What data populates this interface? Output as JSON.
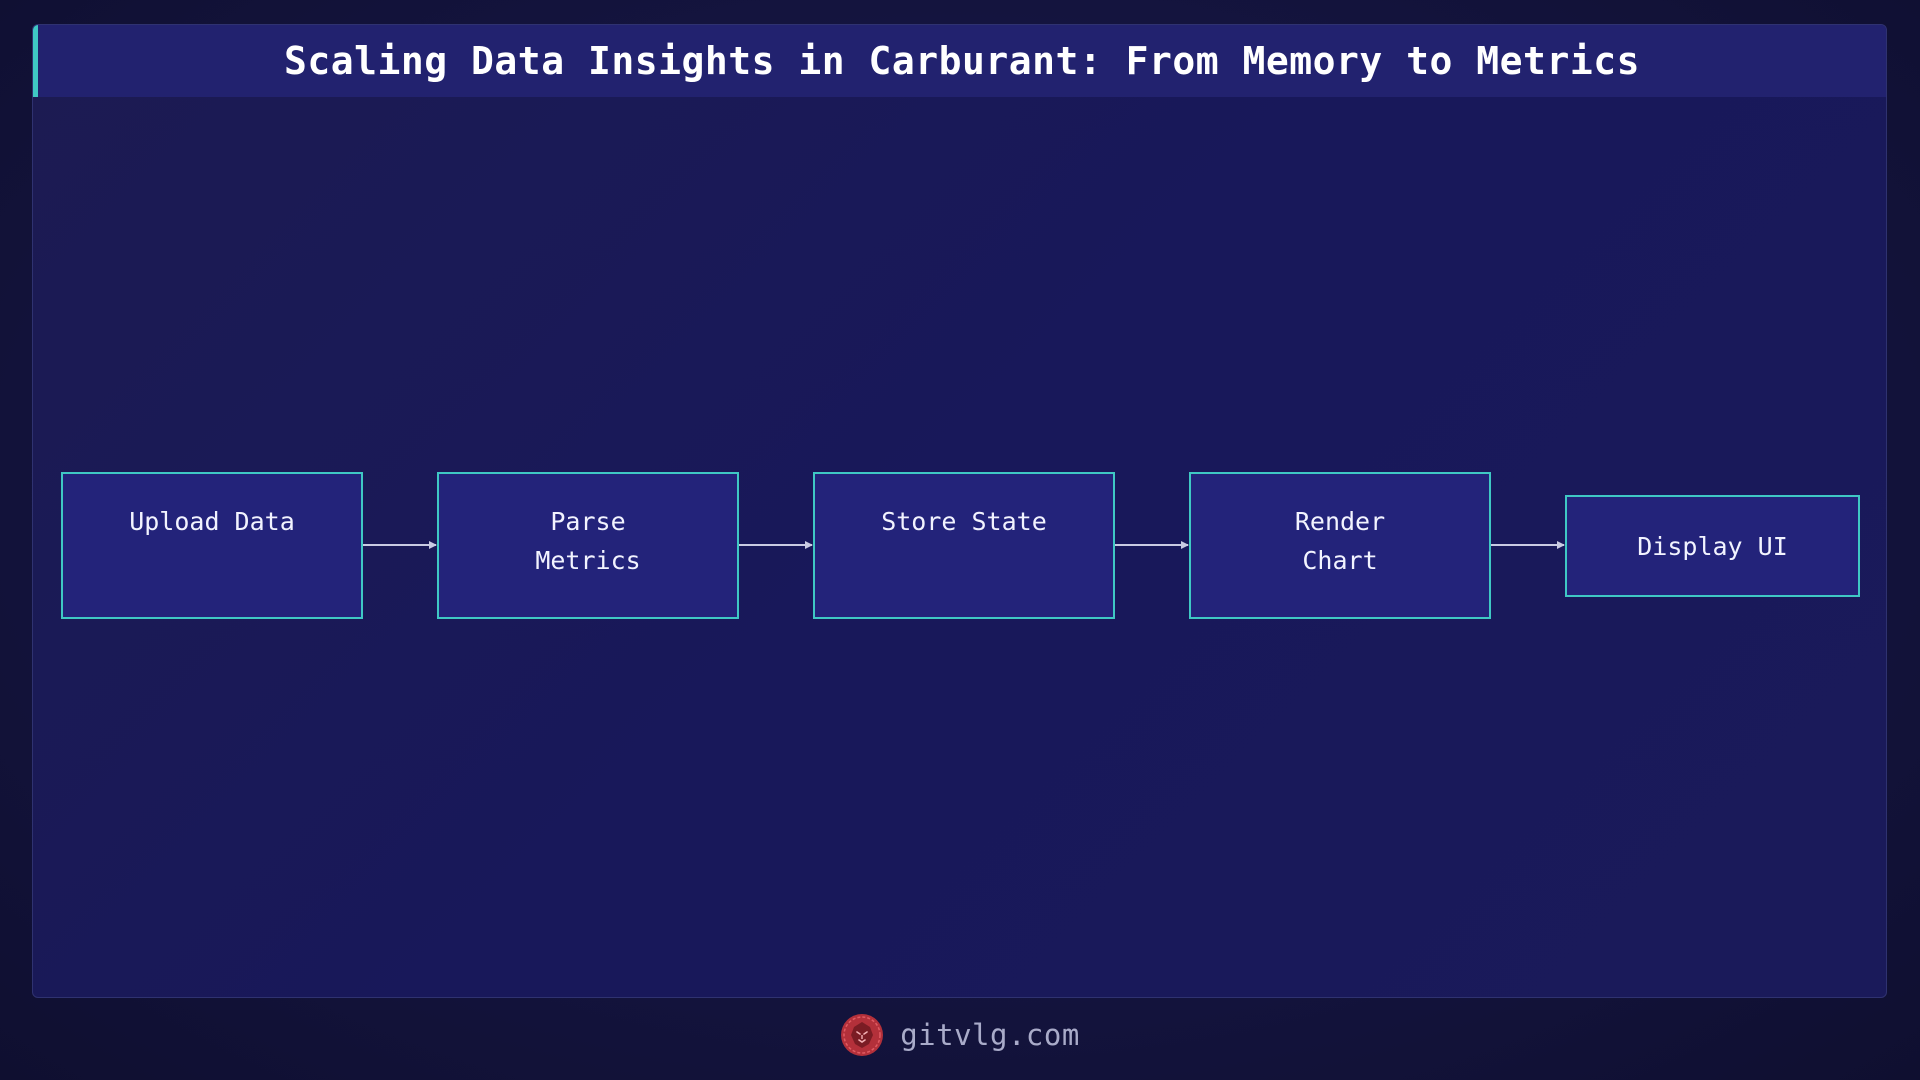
{
  "title": "Scaling Data Insights in Carburant: From Memory to Metrics",
  "colors": {
    "background": "#14143f",
    "node_fill": "#23237a",
    "node_border": "#3fc8c4",
    "title_bar": "#22226f",
    "accent": "#3fc8c4",
    "arrow": "#c9cbe3",
    "logo": "#d8404a"
  },
  "flow": {
    "nodes": [
      {
        "id": "upload",
        "label": "Upload Data"
      },
      {
        "id": "parse",
        "label": "Parse\n Metrics"
      },
      {
        "id": "store",
        "label": "Store State"
      },
      {
        "id": "render",
        "label": "Render\n Chart"
      },
      {
        "id": "display",
        "label": "Display UI"
      }
    ],
    "edges": [
      {
        "from": "upload",
        "to": "parse"
      },
      {
        "from": "parse",
        "to": "store"
      },
      {
        "from": "store",
        "to": "render"
      },
      {
        "from": "render",
        "to": "display"
      }
    ]
  },
  "footer": {
    "logo_icon": "lion-head-icon",
    "text": "gitvlg.com"
  }
}
